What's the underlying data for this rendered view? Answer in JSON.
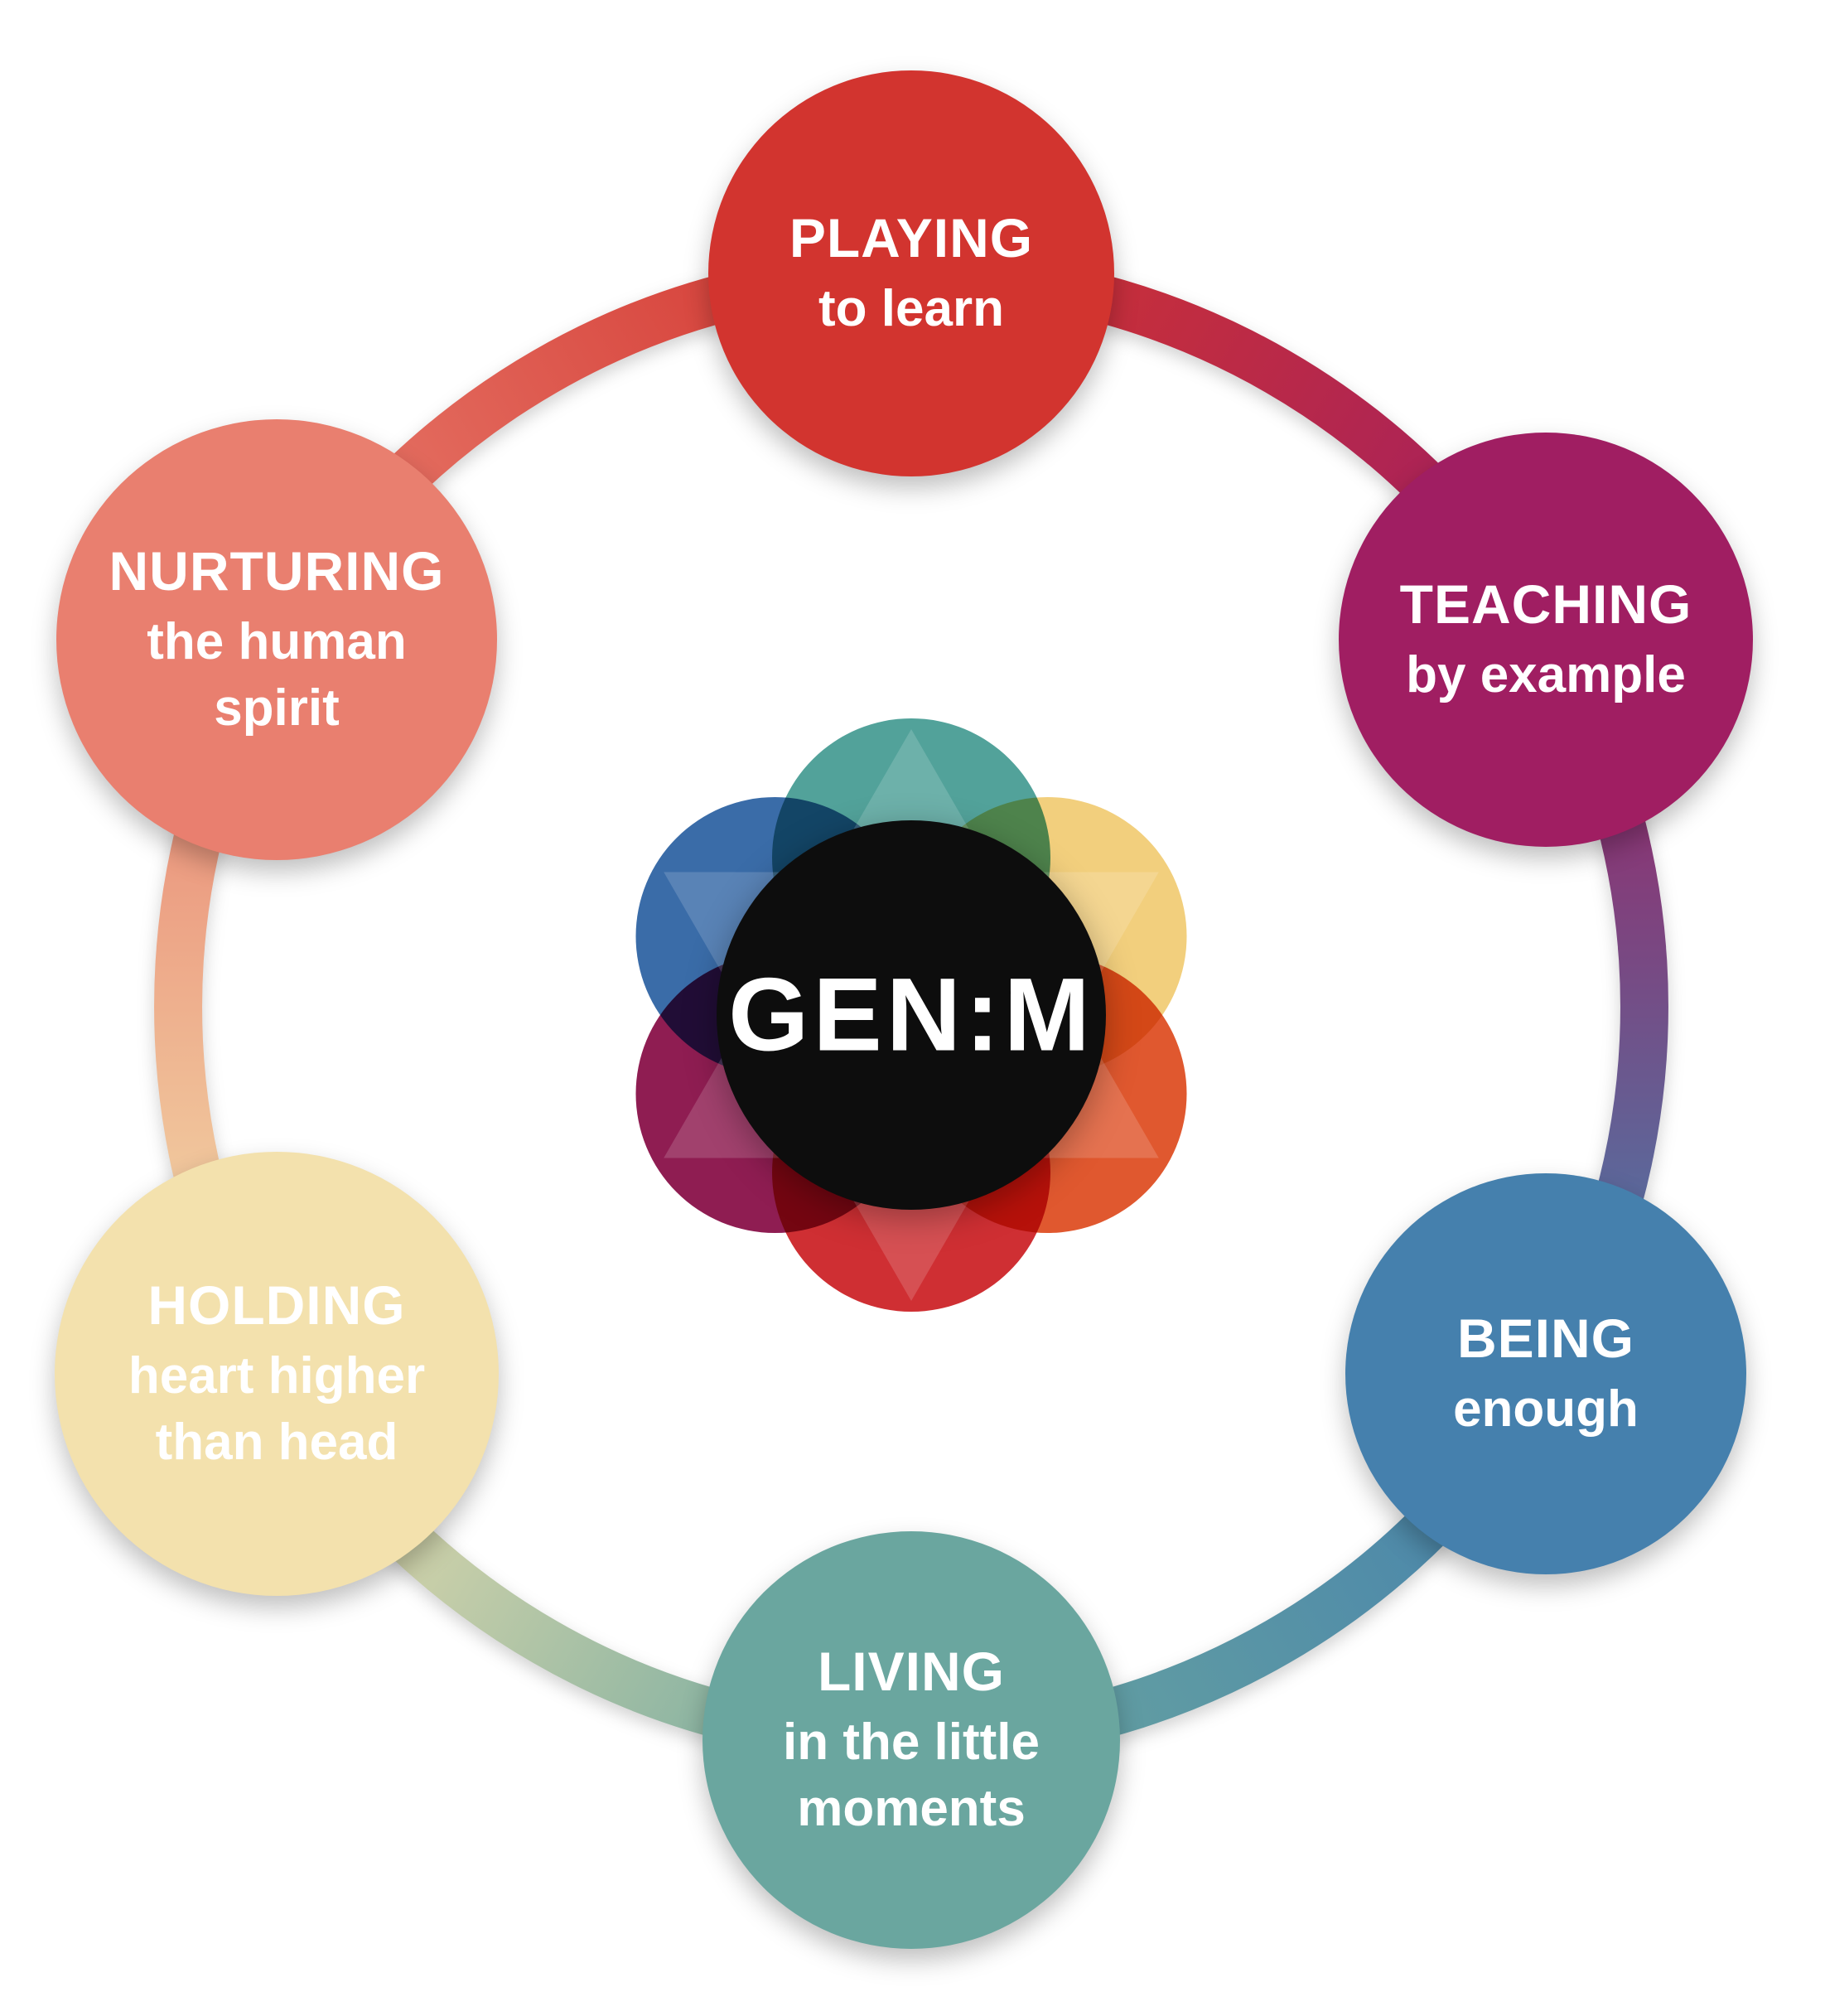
{
  "center": {
    "logo_text": "GEN:M"
  },
  "nodes": [
    {
      "id": "playing",
      "title": "PLAYING",
      "subtitle": "to learn",
      "color": "#d2342f"
    },
    {
      "id": "teaching",
      "title": "TEACHING",
      "subtitle": "by example",
      "color": "#a01e62"
    },
    {
      "id": "being",
      "title": "BEING",
      "subtitle": "enough",
      "color": "#4580ad"
    },
    {
      "id": "living",
      "title": "LIVING",
      "subtitle": "in the little\nmoments",
      "color": "#6aa69f"
    },
    {
      "id": "holding",
      "title": "HOLDING",
      "subtitle": "heart higher\nthan head",
      "color": "#f3e1ad"
    },
    {
      "id": "nurturing",
      "title": "NURTURING",
      "subtitle": "the human\nspirit",
      "color": "#e97f6f"
    }
  ],
  "palette": {
    "red": "#d2342f",
    "magenta": "#a01e62",
    "blue": "#4580ad",
    "teal": "#6aa69f",
    "cream": "#f3e1ad",
    "salmon": "#e97f6f",
    "logo_black": "#0d0d0d",
    "text_on_circles": "#ffffff",
    "petal_teal": "#52a29a",
    "petal_yellow": "#f2cf7d",
    "petal_orange": "#e0582f",
    "petal_red": "#cf2f33",
    "petal_magenta": "#8f1d52",
    "petal_blue": "#3a6ca8"
  }
}
